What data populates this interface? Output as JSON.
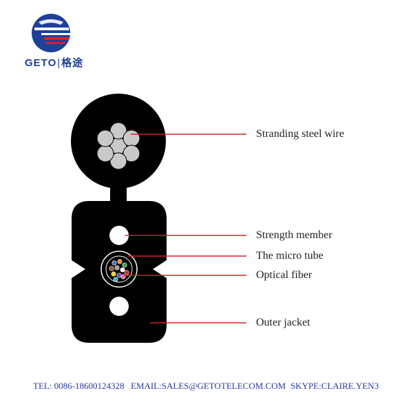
{
  "logo": {
    "text": "GETO",
    "divider": "|",
    "chinese": "格途",
    "colors": {
      "blue": "#1f3f9a",
      "red": "#d6202a"
    }
  },
  "diagram": {
    "labels": [
      "Stranding steel wire",
      "Strength member",
      "The micro tube",
      "Optical fiber",
      "Outer jacket"
    ],
    "colors": {
      "cable": "#000000",
      "leader": "#d6202a",
      "wire": "#c9c9c9"
    }
  },
  "footer": {
    "tel": "TEL: 0086-18600124328",
    "email": "EMAIL:SALES@GETOTELECOM.COM",
    "skype": "SKYPE:CLAIRE.YEN3"
  }
}
